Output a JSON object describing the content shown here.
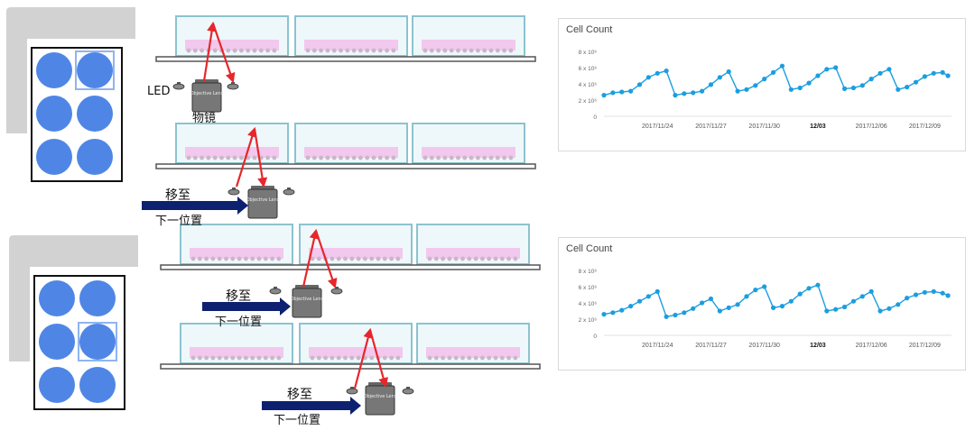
{
  "labels": {
    "led": "LED",
    "objective": "物镜",
    "move": "移至",
    "next_position": "下一位置",
    "lens_text": "Objective Lens"
  },
  "colors": {
    "well": "#4f86e6",
    "well_highlight": "#8fb4f0",
    "arrow": "#e8262b",
    "move_arrow": "#0d2170",
    "culture": "#f2c8ee",
    "flask_border": "#8cc3cf",
    "chart_line": "#1b9ee0",
    "plate_shadow": "#d2d2d2"
  },
  "chart_data": [
    {
      "type": "line",
      "title": "Cell Count",
      "y_ticks": [
        "8 x 10⁶",
        "6 x 10⁶",
        "4 x 10⁶",
        "2 x 10⁶",
        "0"
      ],
      "x_ticks": [
        "2017/11/24",
        "2017/11/27",
        "2017/11/30",
        "12/03",
        "2017/12/06",
        "2017/12/09"
      ],
      "x_tick_pos": [
        3,
        6,
        9,
        12,
        15,
        18
      ],
      "ylim": [
        0,
        8
      ],
      "xlim": [
        0,
        19.5
      ],
      "grid": false,
      "series": [
        {
          "x": [
            0,
            0.5,
            1,
            1.5,
            2,
            2.5,
            3,
            3.5,
            4,
            4.5,
            5,
            5.5,
            6,
            6.5,
            7,
            7.5,
            8,
            8.5,
            9,
            9.5,
            10,
            10.5,
            11,
            11.5,
            12,
            12.5,
            13,
            13.5,
            14,
            14.5,
            15,
            15.5,
            16,
            16.5,
            17,
            17.5,
            18,
            18.5,
            19,
            19.3
          ],
          "values": [
            2.6,
            2.9,
            3.0,
            3.1,
            3.9,
            4.8,
            5.3,
            5.6,
            2.6,
            2.8,
            2.9,
            3.1,
            3.9,
            4.8,
            5.5,
            3.1,
            3.3,
            3.8,
            4.6,
            5.4,
            6.2,
            3.3,
            3.5,
            4.1,
            5.0,
            5.8,
            6.0,
            3.4,
            3.5,
            3.8,
            4.6,
            5.3,
            5.8,
            3.3,
            3.6,
            4.2,
            4.9,
            5.3,
            5.4,
            5.0
          ]
        }
      ]
    },
    {
      "type": "line",
      "title": "Cell Count",
      "y_ticks": [
        "8 x 10⁶",
        "6 x 10⁶",
        "4 x 10⁶",
        "2 x 10⁶",
        "0"
      ],
      "x_ticks": [
        "2017/11/24",
        "2017/11/27",
        "2017/11/30",
        "12/03",
        "2017/12/06",
        "2017/12/09"
      ],
      "x_tick_pos": [
        3,
        6,
        9,
        12,
        15,
        18
      ],
      "ylim": [
        0,
        8
      ],
      "xlim": [
        0,
        19.5
      ],
      "grid": false,
      "series": [
        {
          "x": [
            0,
            0.5,
            1,
            1.5,
            2,
            2.5,
            3,
            3.5,
            4,
            4.5,
            5,
            5.5,
            6,
            6.5,
            7,
            7.5,
            8,
            8.5,
            9,
            9.5,
            10,
            10.5,
            11,
            11.5,
            12,
            12.5,
            13,
            13.5,
            14,
            14.5,
            15,
            15.5,
            16,
            16.5,
            17,
            17.5,
            18,
            18.5,
            19,
            19.3
          ],
          "values": [
            2.6,
            2.8,
            3.1,
            3.6,
            4.2,
            4.8,
            5.4,
            2.3,
            2.5,
            2.8,
            3.3,
            4.0,
            4.5,
            3.0,
            3.4,
            3.8,
            4.8,
            5.6,
            6.0,
            3.4,
            3.6,
            4.2,
            5.1,
            5.8,
            6.2,
            3.0,
            3.2,
            3.5,
            4.2,
            4.8,
            5.4,
            3.0,
            3.3,
            3.8,
            4.6,
            5.0,
            5.3,
            5.4,
            5.2,
            4.9
          ]
        }
      ]
    }
  ]
}
